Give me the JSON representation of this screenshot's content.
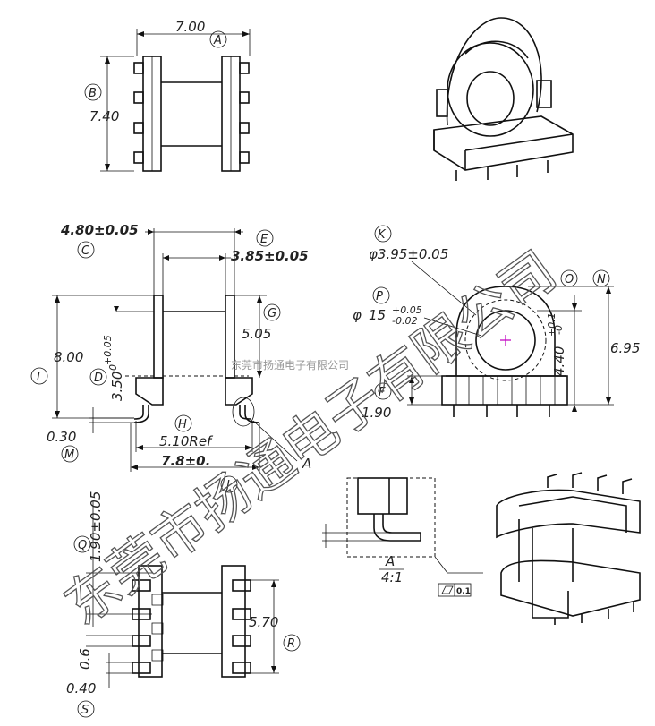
{
  "dimensions": {
    "top_width": "7.00",
    "top_height": "7.40",
    "outer_width": "4.80±0.05",
    "inner_width": "3.85±0.05",
    "total_height": "8.00",
    "window_height": "5.05",
    "slot_height": "3.50",
    "slot_tol_top": "+0.05",
    "slot_tol_bottom": "-0",
    "lead_thickness": "0.30",
    "ref_width": "5.10Ref",
    "overall_width": "7.8±0.",
    "hole_dia_label": "φ3.95±0.05",
    "bore_dia_prefix": "φ",
    "bore_dia": "15",
    "bore_tol_top": "+0.05",
    "bore_tol_bottom": "-0.02",
    "center_height": "4.40",
    "center_tol_top": "+0.1",
    "center_tol_bottom": "-0",
    "side_height": "6.95",
    "base_height": "1.90",
    "pin_pitch_label": "1.90±0.05",
    "pin_width": "0.6",
    "pin_gap": "0.40",
    "bottom_span": "5.70",
    "detail_label": "A",
    "detail_scale": "4:1",
    "flatness_value": "0.1",
    "detail_ref": "A"
  },
  "labels": {
    "A": "A",
    "B": "B",
    "C": "C",
    "D": "D",
    "E": "E",
    "F": "F",
    "G": "G",
    "H": "H",
    "I": "I",
    "J": "J",
    "K": "K",
    "L": "L",
    "M": "M",
    "N": "N",
    "O": "O",
    "P": "P",
    "Q": "Q",
    "R": "R",
    "S": "S"
  },
  "watermark": {
    "large": "东莞市扬通电子有限公司",
    "small": "东莞市扬通电子有限公司"
  }
}
